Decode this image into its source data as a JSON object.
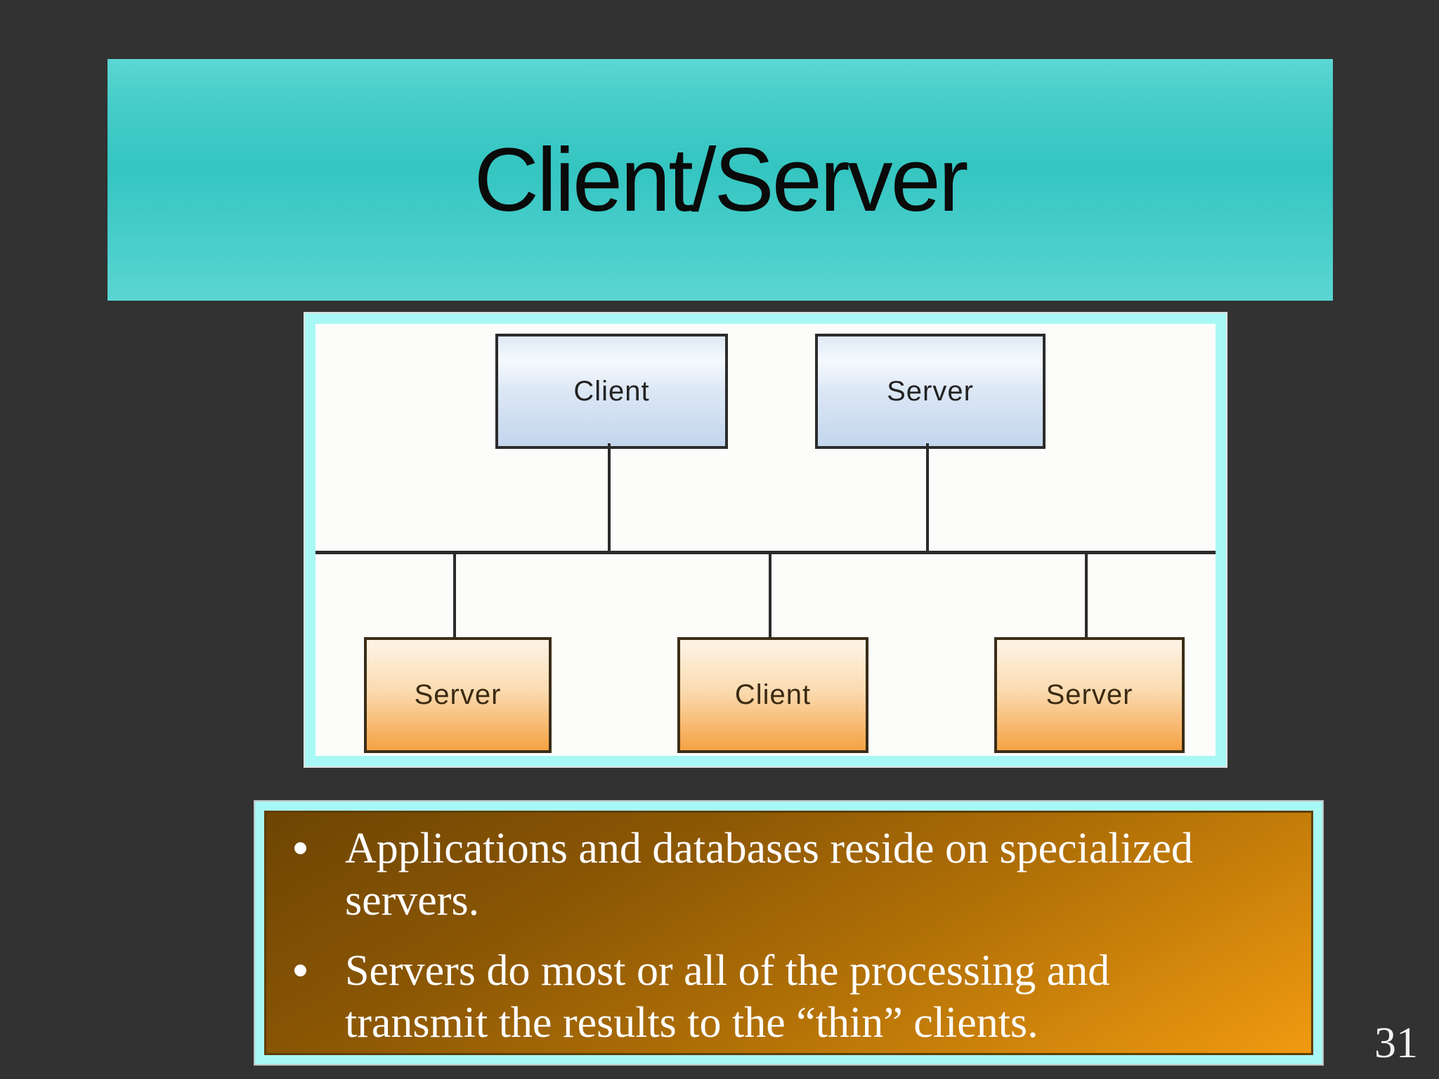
{
  "slide": {
    "title": "Client/Server",
    "page_number": "31",
    "colors": {
      "background": "#323232",
      "title_bar_teal": "#3cc8c4",
      "panel_border_cyan": "#a8f8f5",
      "diagram_background": "#fcfdfb",
      "top_box_blue": "#c3d6ed",
      "bottom_box_orange": "#f5a243",
      "bullet_box_brown": "#6e4503",
      "bullet_box_orange": "#f09a10",
      "title_text": "#0a0a0a",
      "bullet_text": "#ffffff"
    }
  },
  "diagram": {
    "top_row": [
      {
        "label": "Client"
      },
      {
        "label": "Server"
      }
    ],
    "bottom_row": [
      {
        "label": "Server"
      },
      {
        "label": "Client"
      },
      {
        "label": "Server"
      }
    ]
  },
  "bullets": [
    {
      "lines": [
        "Applications and databases reside on specialized",
        "servers."
      ]
    },
    {
      "lines": [
        "Servers do most or all of the processing and",
        "transmit the results to the “thin” clients."
      ]
    }
  ]
}
